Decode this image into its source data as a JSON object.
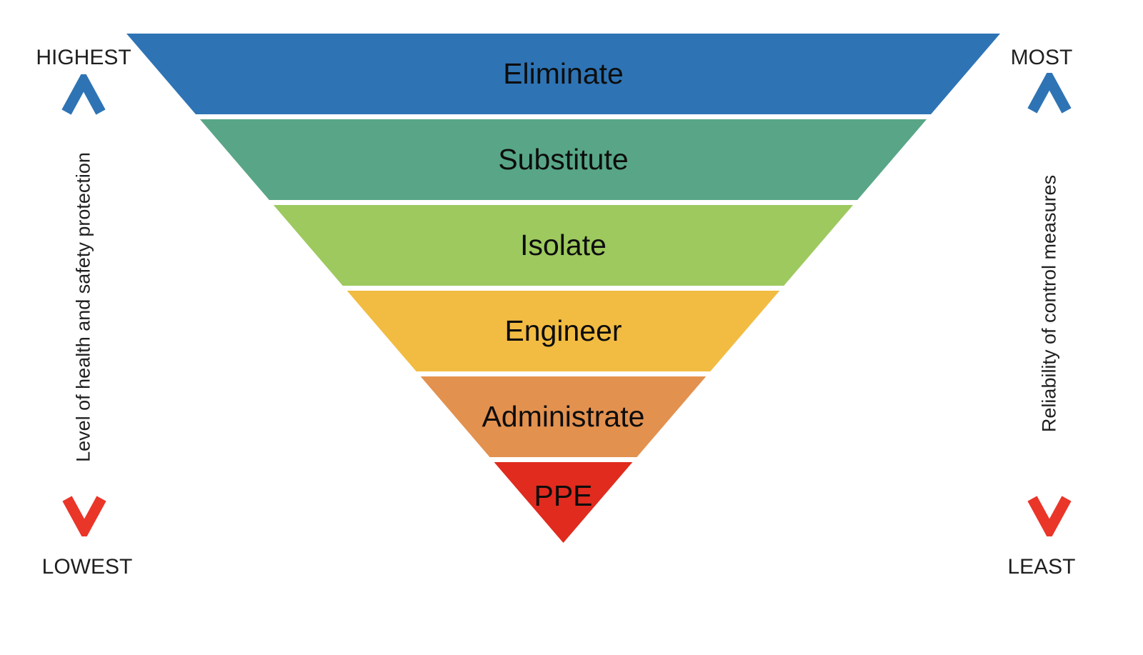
{
  "diagram": {
    "type": "inverted-pyramid-hierarchy-of-controls",
    "levels": [
      {
        "label": "Eliminate",
        "color": "#2E74B5"
      },
      {
        "label": "Substitute",
        "color": "#58A687"
      },
      {
        "label": "Isolate",
        "color": "#9DC95E"
      },
      {
        "label": "Engineer",
        "color": "#F2BC42"
      },
      {
        "label": "Administrate",
        "color": "#E3914F"
      },
      {
        "label": "PPE",
        "color": "#E02B1E"
      }
    ],
    "left_axis": {
      "top_label": "HIGHEST",
      "bottom_label": "LOWEST",
      "title": "Level of health and safety protection",
      "up_arrow_color": "#2E74B5",
      "down_arrow_color": "#EA3529"
    },
    "right_axis": {
      "top_label": "MOST",
      "bottom_label": "LEAST",
      "title": "Reliability of control measures",
      "up_arrow_color": "#2E74B5",
      "down_arrow_color": "#EA3529"
    }
  }
}
